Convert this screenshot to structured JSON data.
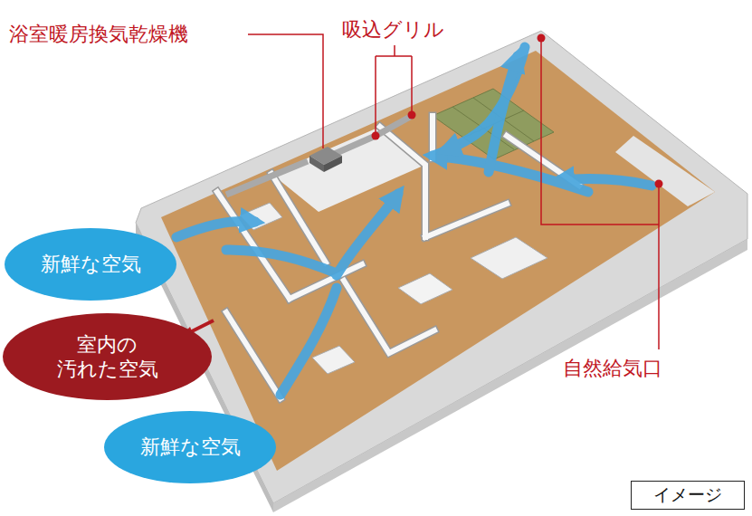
{
  "diagram": {
    "nodes": [
      {
        "text": [
          "新鮮な空気"
        ]
      },
      {
        "text": [
          "室内の 汚れた空気"
        ]
      },
      {
        "text": [
          "新鮮な空気"
        ]
      },
      {
        "text": [
          "イメージ"
        ]
      }
    ],
    "labels": [
      "浴室暖房換気乾燥機",
      "吸込グリル",
      "自然給気口"
    ]
  }
}
